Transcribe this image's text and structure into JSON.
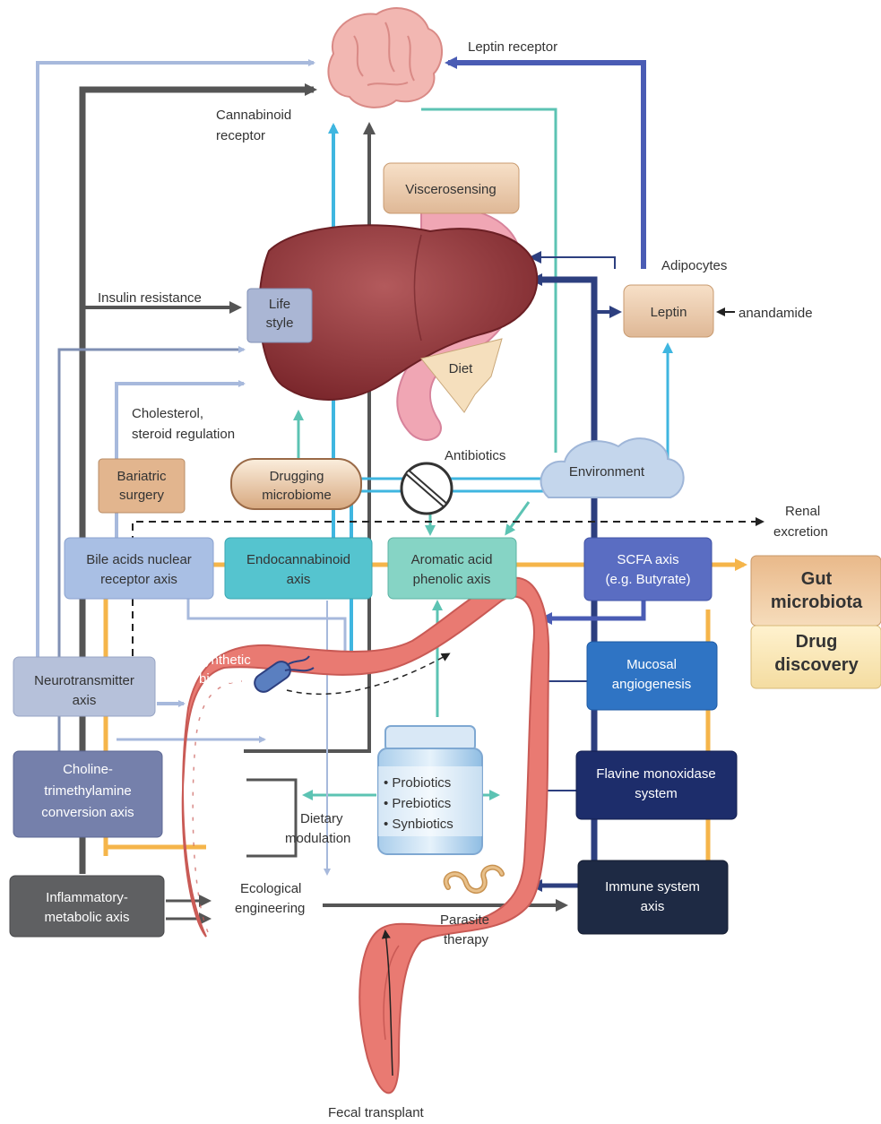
{
  "labels": {
    "leptin_receptor": "Leptin receptor",
    "cannabinoid_receptor": [
      "Cannabinoid",
      "receptor"
    ],
    "insulin_resistance": "Insulin resistance",
    "cholesterol": [
      "Cholesterol,",
      "steroid regulation"
    ],
    "antibiotics": "Antibiotics",
    "adipocytes": "Adipocytes",
    "anandamide": "anandamide",
    "renal_excretion": [
      "Renal",
      "excretion"
    ],
    "synthetic_biology": [
      "Synthetic",
      "biology"
    ],
    "dietary_modulation": [
      "Dietary",
      "modulation"
    ],
    "ecological_engineering": [
      "Ecological",
      "engineering"
    ],
    "parasite_therapy": [
      "Parasite",
      "therapy"
    ],
    "fecal_transplant": "Fecal transplant"
  },
  "boxes": {
    "viscerosensing": [
      "Viscerosensing"
    ],
    "life_style": [
      "Life",
      "style"
    ],
    "diet": [
      "Diet"
    ],
    "leptin": [
      "Leptin"
    ],
    "bariatric_surgery": [
      "Bariatric",
      "surgery"
    ],
    "drugging_microbiome": [
      "Drugging",
      "microbiome"
    ],
    "environment": [
      "Environment"
    ],
    "bile_acids": [
      "Bile acids nuclear",
      "receptor axis"
    ],
    "endocannabinoid": [
      "Endocannabinoid",
      "axis"
    ],
    "aromatic_acid": [
      "Aromatic acid",
      "phenolic axis"
    ],
    "scfa": [
      "SCFA axis",
      "(e.g. Butyrate)"
    ],
    "neurotransmitter": [
      "Neurotransmitter",
      "axis"
    ],
    "choline": [
      "Choline-",
      "trimethylamine",
      "conversion axis"
    ],
    "inflammatory": [
      "Inflammatory-",
      "metabolic axis"
    ],
    "mucosal": [
      "Mucosal",
      "angiogenesis"
    ],
    "flavine": [
      "Flavine monoxidase",
      "system"
    ],
    "immune": [
      "Immune system",
      "axis"
    ],
    "gut_microbiota": [
      "Gut",
      "microbiota"
    ],
    "drug_discovery": [
      "Drug",
      "discovery"
    ]
  },
  "bottle_items": [
    "• Probiotics",
    "• Prebiotics",
    "• Synbiotics"
  ],
  "colors": {
    "light_blue": "#a7b9dc",
    "dark_gray": "#555555",
    "cyan": "#3fb6e0",
    "teal": "#5cc3b3",
    "navy": "#2d3f7f",
    "royal_blue": "#4a5cb4",
    "orange": "#f5b54a",
    "intestine": "#e97a72",
    "liver": "#8f3337"
  }
}
